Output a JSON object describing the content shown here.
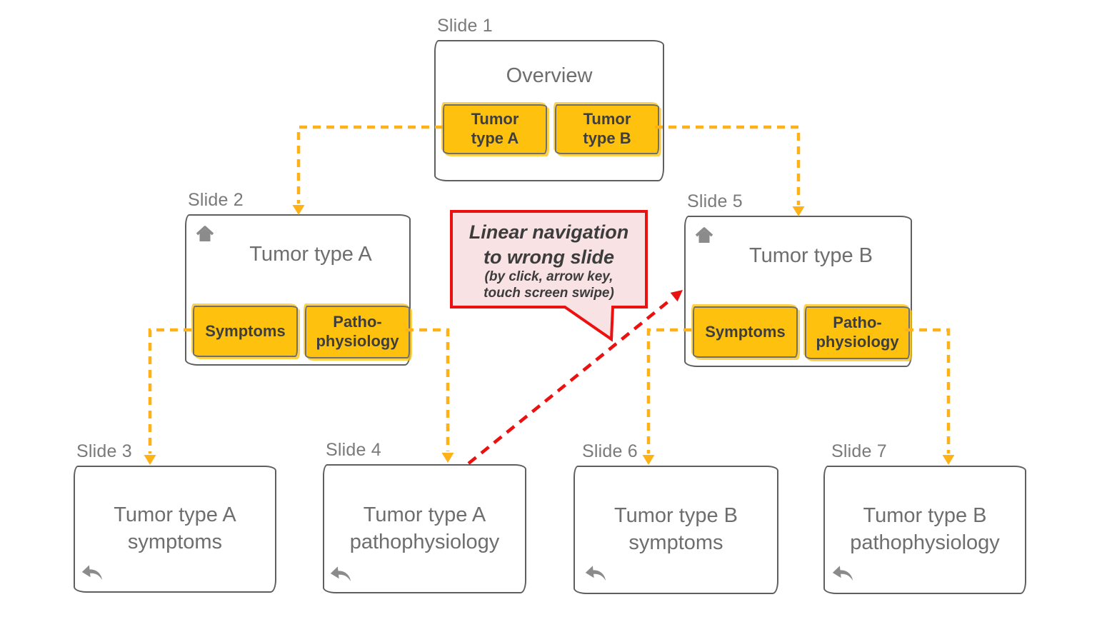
{
  "diagram": {
    "description": "Slide navigation structure diagram with linear-navigation error callout",
    "colors": {
      "background": "#ffffff",
      "slide_border": "#5f5f5f",
      "slide_label_text": "#7a7a7a",
      "slide_title_text": "#6e6e6e",
      "button_fill": "#fec20e",
      "button_border": "#6f6f6f",
      "button_text": "#3e3e3e",
      "connector_yellow": "#ffb118",
      "warning_red": "#ec1111",
      "callout_fill": "#f8e2e4",
      "icon_gray": "#8b8b8b"
    },
    "slides": [
      {
        "label": "Slide 1",
        "title": "Overview",
        "buttons": [
          {
            "label": "Tumor\ntype A"
          },
          {
            "label": "Tumor\ntype B"
          }
        ]
      },
      {
        "label": "Slide 2",
        "title": "Tumor type A",
        "home_icon": "home-icon",
        "buttons": [
          {
            "label": "Symptoms"
          },
          {
            "label": "Patho-\nphysiology"
          }
        ]
      },
      {
        "label": "Slide 3",
        "title": "Tumor type A\nsymptoms",
        "back_icon": "return-arrow-icon"
      },
      {
        "label": "Slide 4",
        "title": "Tumor type A\npathophysiology",
        "back_icon": "return-arrow-icon"
      },
      {
        "label": "Slide 5",
        "title": "Tumor type B",
        "home_icon": "home-icon",
        "buttons": [
          {
            "label": "Symptoms"
          },
          {
            "label": "Patho-\nphysiology"
          }
        ]
      },
      {
        "label": "Slide 6",
        "title": "Tumor type B\nsymptoms",
        "back_icon": "return-arrow-icon"
      },
      {
        "label": "Slide 7",
        "title": "Tumor type B\npathophysiology",
        "back_icon": "return-arrow-icon"
      }
    ],
    "callout": {
      "title": "Linear navigation\nto wrong slide",
      "subtitle": "(by click, arrow key,\ntouch screen swipe)"
    }
  }
}
